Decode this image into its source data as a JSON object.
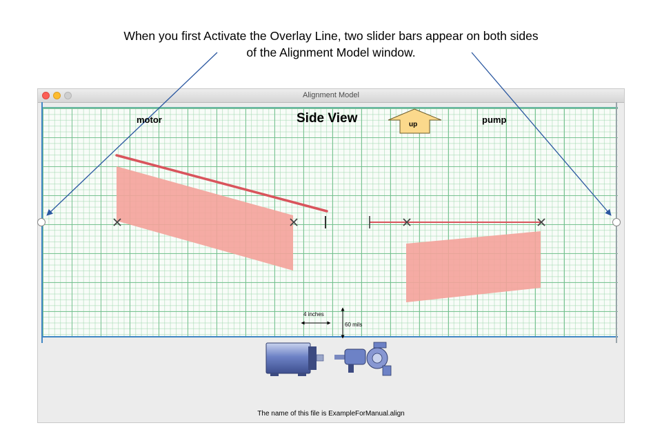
{
  "caption": {
    "line1": "When you first Activate the Overlay Line, two slider bars appear on both sides",
    "line2": "of the Alignment Model window."
  },
  "window": {
    "title": "Alignment Model",
    "controls": [
      "close",
      "minimize",
      "zoom"
    ]
  },
  "plot": {
    "title": "Side View",
    "motor_label": "motor",
    "pump_label": "pump",
    "up_label": "up",
    "scale_horizontal_label": "4 inches",
    "scale_vertical_label": "60 mils",
    "colors": {
      "overlay_line": "#d9545c",
      "offset_fill": "#f4a29a",
      "grid_major": "#70be8c",
      "grid_minor": "#a0d7af",
      "up_arrow": "#fbd98c",
      "annotation_arrow": "#2a57a0"
    }
  },
  "footer": {
    "filename_text": "The name of this file is ExampleForManual.align"
  },
  "icons": {
    "motor": "motor-icon",
    "pump": "pump-icon"
  }
}
